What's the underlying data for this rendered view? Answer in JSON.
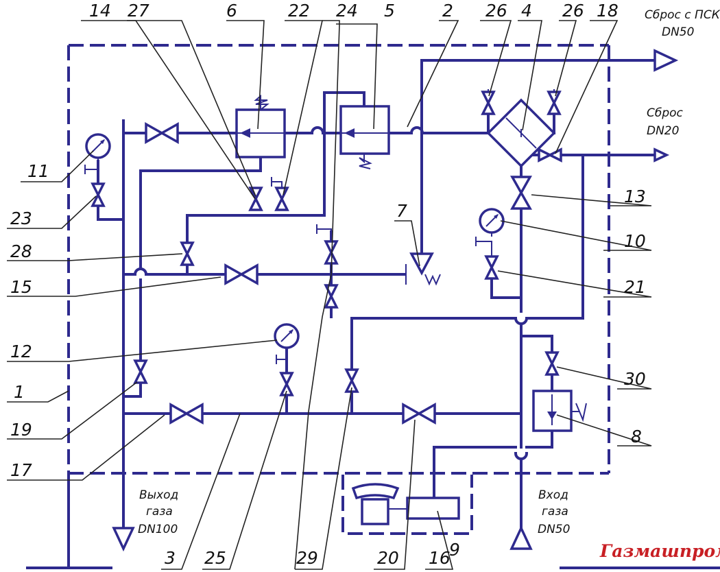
{
  "labels": {
    "l1": "1",
    "l2": "2",
    "l3": "3",
    "l4": "4",
    "l5": "5",
    "l6": "6",
    "l7": "7",
    "l8": "8",
    "l9": "9",
    "l10": "10",
    "l11": "11",
    "l12": "12",
    "l13": "13",
    "l14": "14",
    "l15": "15",
    "l16": "16",
    "l17": "17",
    "l18": "18",
    "l19": "19",
    "l20": "20",
    "l21": "21",
    "l22": "22",
    "l23": "23",
    "l24": "24",
    "l25": "25",
    "l26a": "26",
    "l26b": "26",
    "l27": "27",
    "l28": "28",
    "l29": "29",
    "l30": "30"
  },
  "annotations": {
    "relief_psk_line1": "Сброс с ПСК",
    "relief_psk_line2": "DN50",
    "relief_line1": "Сброс",
    "relief_line2": "DN20",
    "outlet_line1": "Выход",
    "outlet_line2": "газа",
    "outlet_line3": "DN100",
    "inlet_line1": "Вход",
    "inlet_line2": "газа",
    "inlet_line3": "DN50"
  },
  "watermark": "Газмашпром",
  "colors": {
    "line": "#2e2a8e",
    "watermark": "#c81f24"
  }
}
